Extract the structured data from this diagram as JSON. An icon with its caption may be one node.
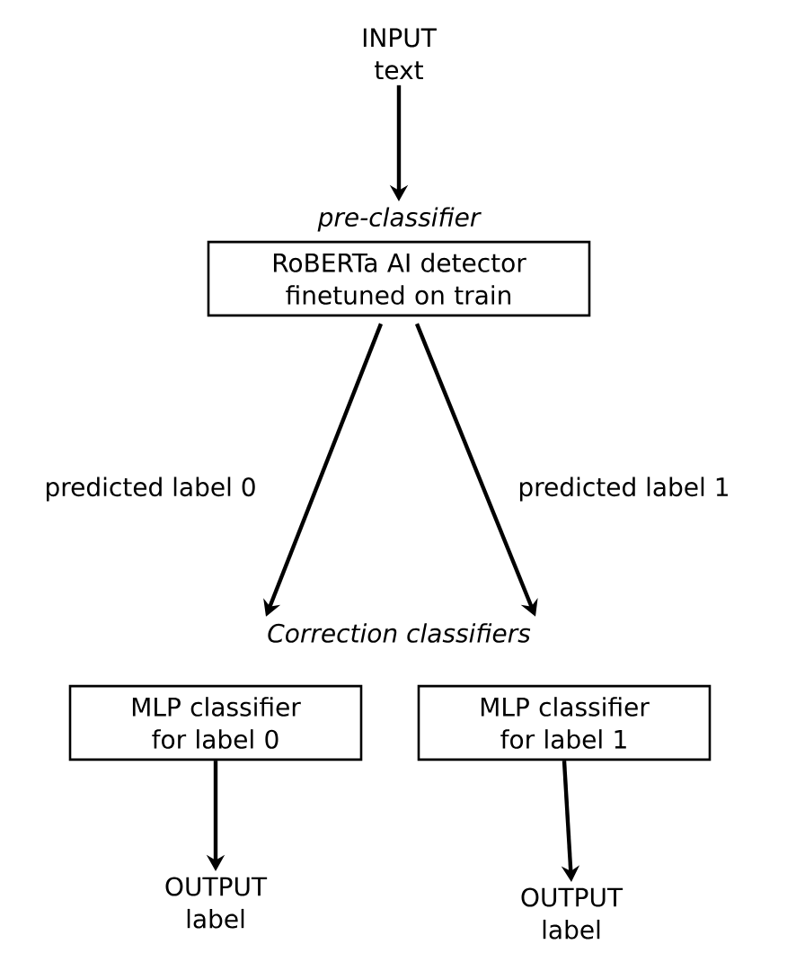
{
  "diagram": {
    "nodes": [
      {
        "text": [
          "INPUT text"
        ]
      },
      {
        "text": [
          "pre-classifier",
          "RoBERTa AI detector finetuned on train"
        ]
      },
      {
        "text": [
          "MLP classifier for label 0"
        ]
      },
      {
        "text": [
          "MLP classifier for label 1"
        ]
      },
      {
        "text": [
          "OUTPUT label"
        ]
      },
      {
        "text": [
          "OUTPUT label"
        ]
      }
    ],
    "edges": [
      {
        "from": 0,
        "to": 1,
        "arrow": "to"
      },
      {
        "from": 1,
        "to": 2,
        "arrow": "to",
        "label": "predicted label 0"
      },
      {
        "from": 1,
        "to": 3,
        "arrow": "to",
        "label": "predicted label 1"
      },
      {
        "from": 2,
        "to": 4,
        "arrow": "to"
      },
      {
        "from": 3,
        "to": 5,
        "arrow": "to"
      }
    ],
    "labels": [
      "Correction classifiers"
    ]
  }
}
